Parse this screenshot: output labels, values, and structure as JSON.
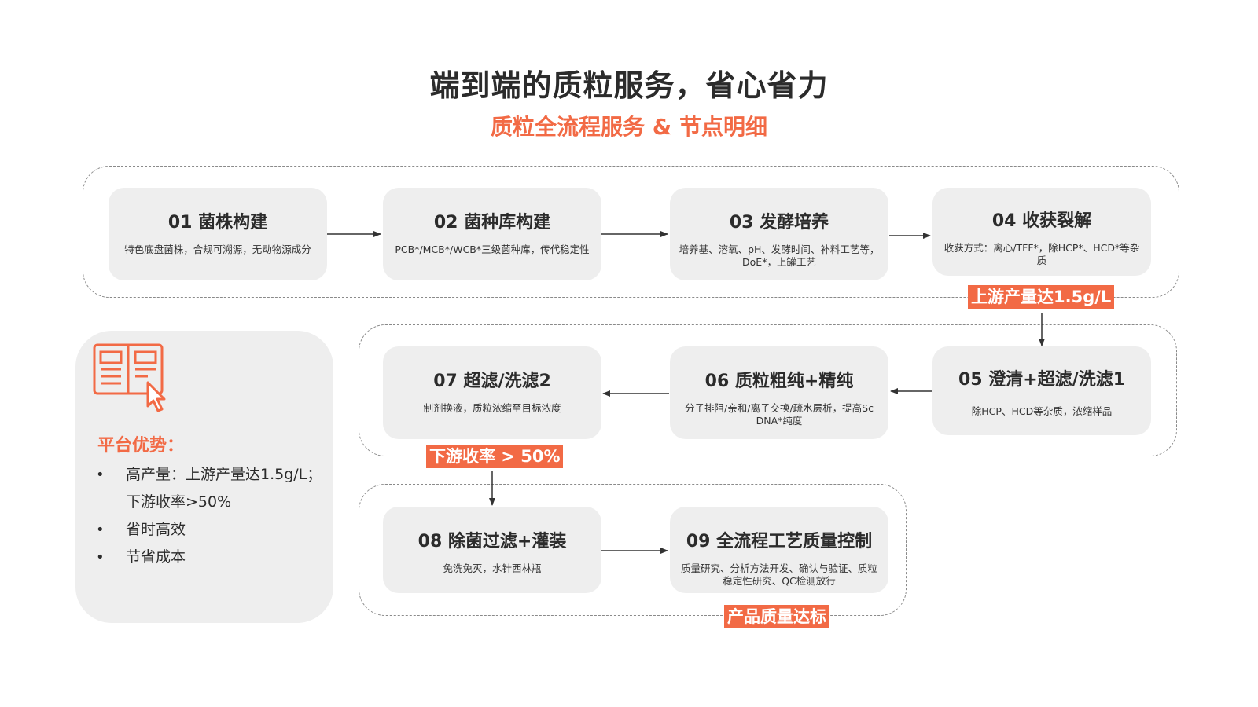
{
  "header": {
    "title": "端到端的质粒服务，省心省力",
    "subtitle": "质粒全流程服务 & 节点明细"
  },
  "steps": [
    {
      "title": "01 菌株构建",
      "desc": "特色底盘菌株，合规可溯源，无动物源成分"
    },
    {
      "title": "02 菌种库构建",
      "desc": "PCB*/MCB*/WCB*三级菌种库，传代稳定性"
    },
    {
      "title": "03 发酵培养",
      "desc": "培养基、溶氧、pH、发酵时间、补料工艺等，DoE*，上罐工艺"
    },
    {
      "title": "04 收获裂解",
      "desc": "收获方式：离心/TFF*，除HCP*、HCD*等杂质"
    },
    {
      "title": "05 澄清+超滤/洗滤1",
      "desc": "除HCP、HCD等杂质，浓缩样品"
    },
    {
      "title": "06 质粒粗纯+精纯",
      "desc": "分子排阻/亲和/离子交换/疏水层析，提高Sc DNA*纯度"
    },
    {
      "title": "07 超滤/洗滤2",
      "desc": "制剂换液，质粒浓缩至目标浓度"
    },
    {
      "title": "08 除菌过滤+灌装",
      "desc": "免洗免灭，水针西林瓶"
    },
    {
      "title": "09 全流程工艺质量控制",
      "desc": "质量研究、分析方法开发、确认与验证、质粒稳定性研究、QC检测放行"
    }
  ],
  "tags": {
    "upstream": "上游产量达1.5g/L",
    "downstream": "下游收率 > 50%",
    "quality": "产品质量达标"
  },
  "platform": {
    "icon": "document-cursor-icon",
    "title": "平台优势：",
    "bullet": "•",
    "items": [
      "高产量：上游产量达1.5g/L；下游收率>50%",
      "省时高效",
      "节省成本"
    ]
  },
  "colors": {
    "accent": "#f26a45",
    "card": "#eeeeee",
    "text": "#2b2b2b"
  }
}
